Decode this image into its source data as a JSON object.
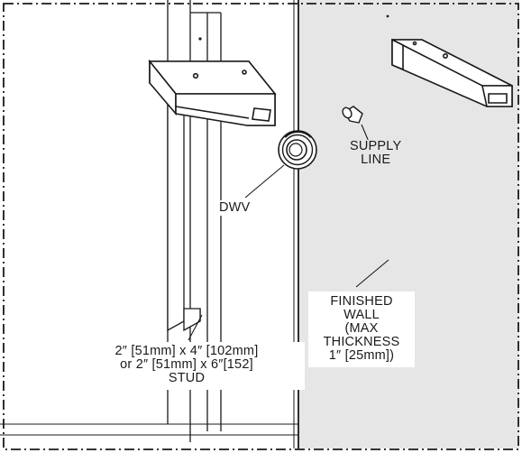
{
  "labels": {
    "dwv": "DWV",
    "supply_line": [
      "SUPPLY",
      "LINE"
    ],
    "finished_wall": [
      "FINISHED",
      "WALL",
      "(MAX",
      "THICKNESS",
      "1″ [25mm])"
    ],
    "stud": [
      "2″ [51mm] x 4″ [102mm]",
      "or 2″ [51mm] x 6″[152]",
      "STUD"
    ]
  },
  "colors": {
    "finished_wall": "#e6e6e6",
    "line": "#1a1a1a",
    "background": "#ffffff"
  }
}
